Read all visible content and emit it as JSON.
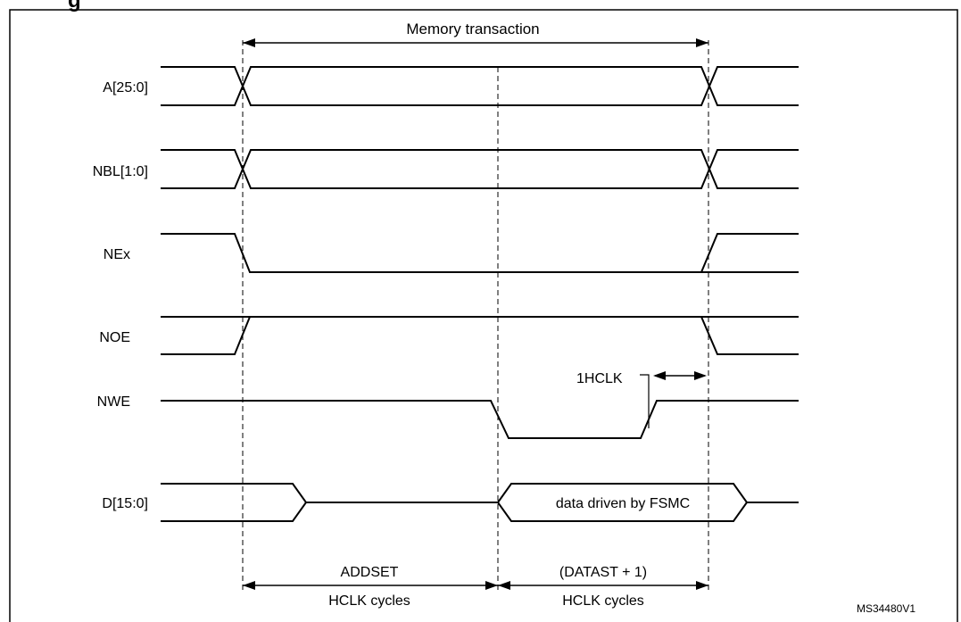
{
  "figure_title_fragment": "g",
  "signals": [
    {
      "name": "A[25:0]"
    },
    {
      "name": "NBL[1:0]"
    },
    {
      "name": "NEx"
    },
    {
      "name": "NOE"
    },
    {
      "name": "NWE"
    },
    {
      "name": "D[15:0]"
    }
  ],
  "annotations": {
    "memory_transaction": "Memory transaction",
    "one_hclk": "1HCLK",
    "data_driven": "data driven by FSMC",
    "addset_line1": "ADDSET",
    "addset_line2": "HCLK cycles",
    "datast_line1": "(DATAST + 1)",
    "datast_line2": "HCLK cycles"
  },
  "figure_id": "MS34480V1"
}
